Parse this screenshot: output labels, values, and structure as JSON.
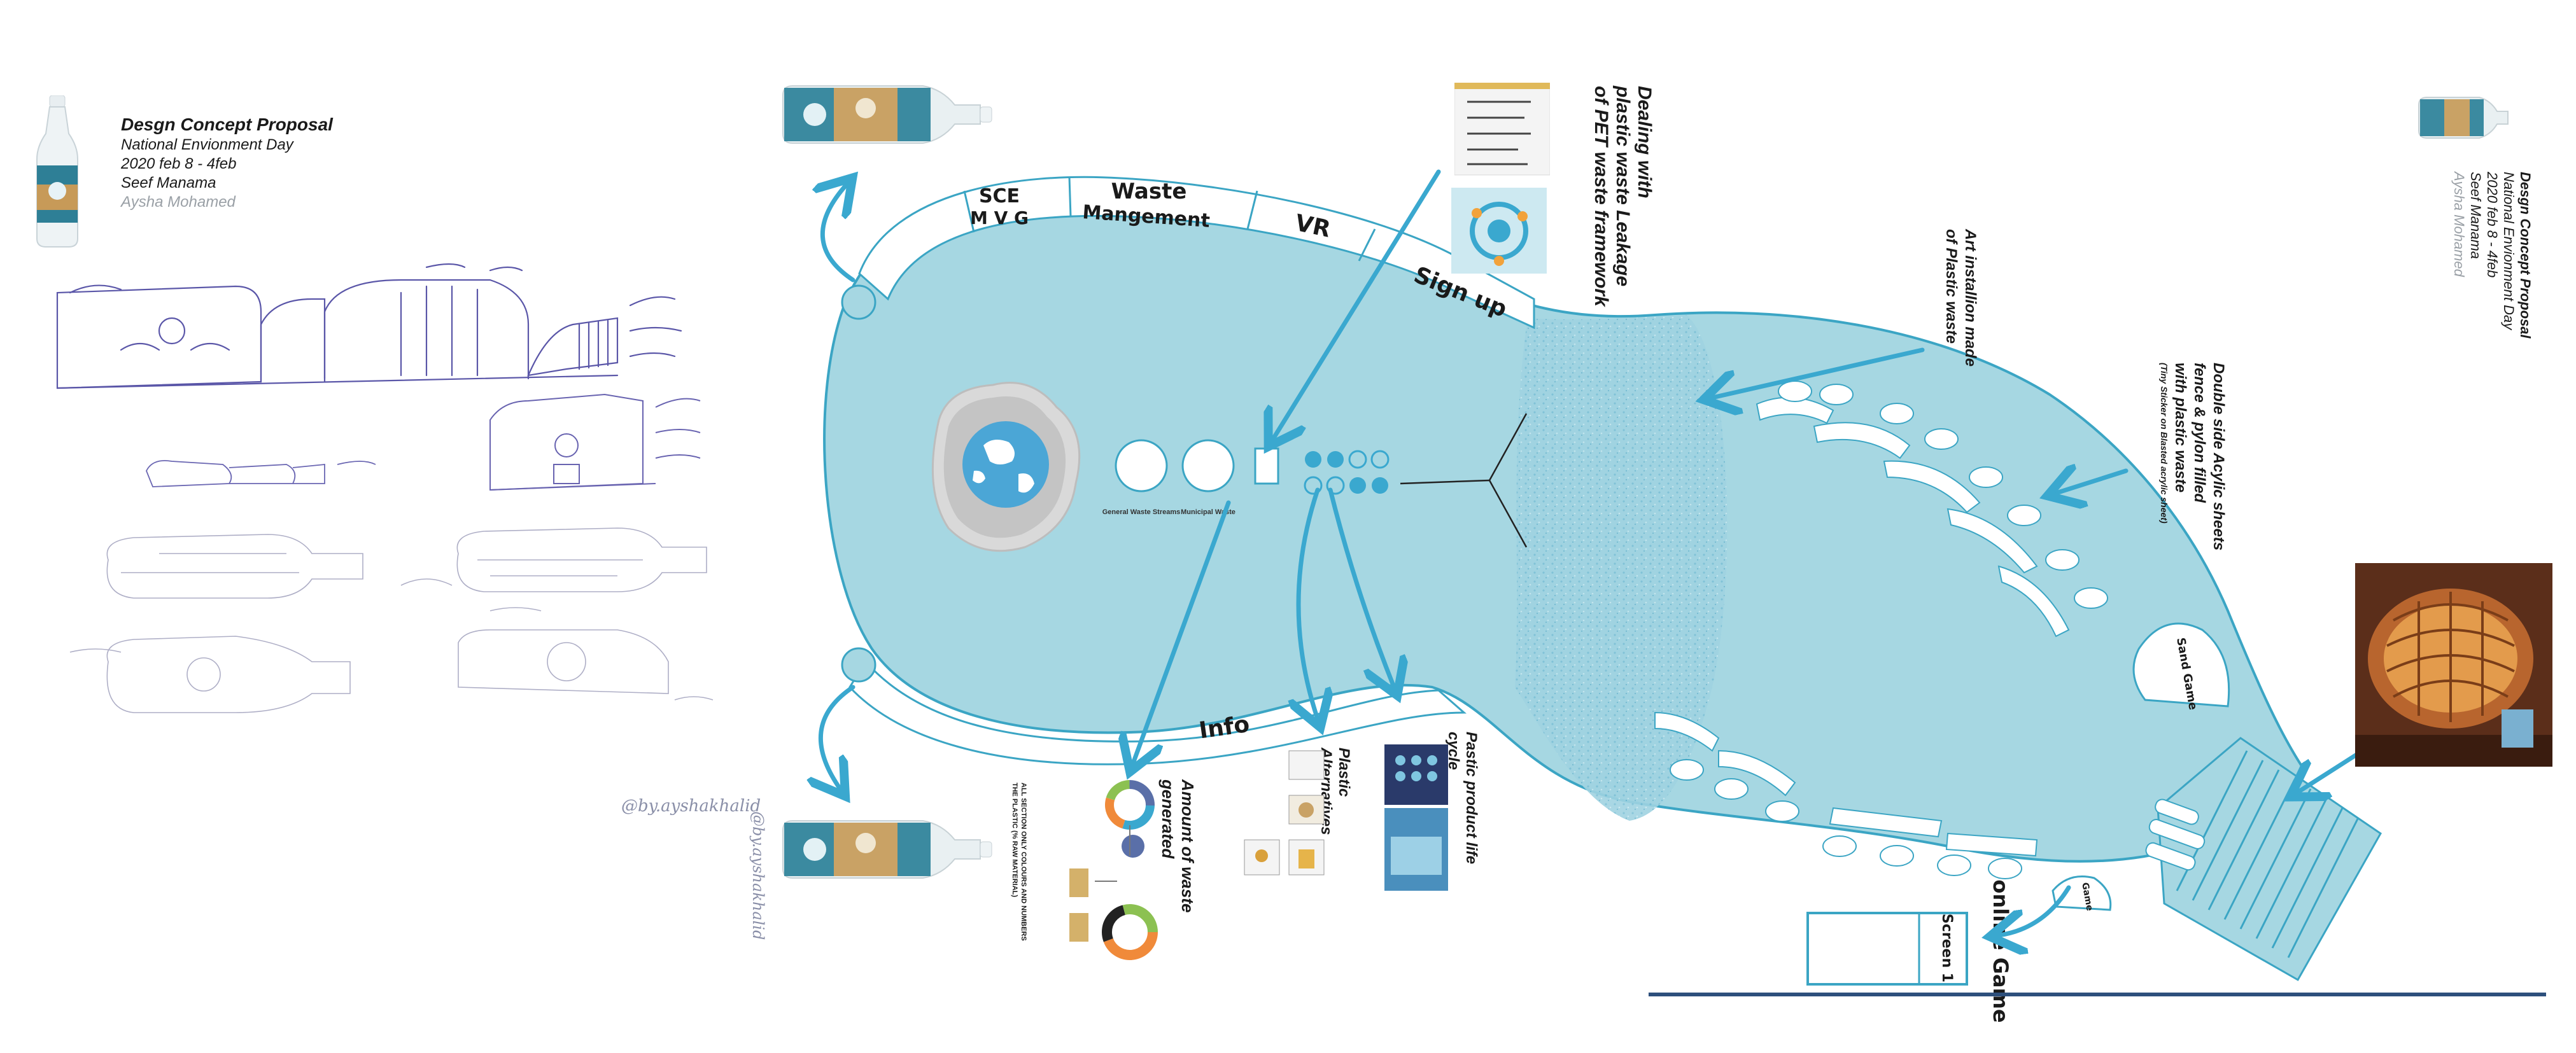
{
  "proposal": {
    "title": "Desgn Concept Proposal",
    "event": "National Envionment Day",
    "dates": "2020 feb 8 - 4feb",
    "location": "Seef Manama",
    "author": "Aysha Mohamed"
  },
  "zones": {
    "sce": "SCE",
    "mvg": "M V G",
    "waste": "Waste",
    "management": "Mangement",
    "vr": "VR",
    "signup": "Sign up",
    "info": "Info",
    "sand_game": "Sand Game",
    "game": "Game",
    "online_game": "online Game",
    "screen": "Screen 1"
  },
  "annotations": {
    "pet_1": "Dealing with",
    "pet_2": "plastic waste Leakage",
    "pet_3": "of PET waste framework",
    "art_1": "Art installion made",
    "art_2": "of Plastic waste",
    "acrylic_1": "Double side Acylic sheets",
    "acrylic_2": "fence & pylon filled",
    "acrylic_3": "with plastic waste",
    "acrylic_4": "(Tiny Sticker on Blasted acrylic sheet)",
    "amount": "Amount of waste generated",
    "alternatives": "Plastic Alternatives",
    "lifecycle": "Pastic product life cycle",
    "info_note_1": "ALL SECTION ONLY COLOURS AND NUMBERS",
    "info_note_2": "THE PLASTIC (% RAW MATERIAL)"
  },
  "exhibit_labels": {
    "general_waste": "General Waste Streams",
    "municipal_waste": "Municipal Waste"
  },
  "signature": "@by.ayshakhalid",
  "colors": {
    "pool": "#a6d7e2",
    "outline": "#3ba5c4",
    "arrow": "#3aa8cf",
    "ink": "#5a56a8"
  }
}
